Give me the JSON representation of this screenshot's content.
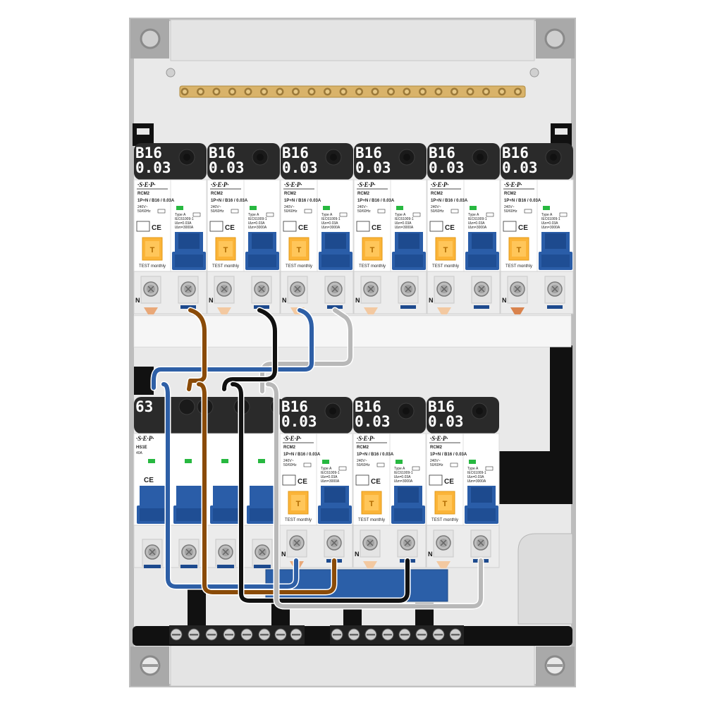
{
  "enclosure": {
    "colors": {
      "frame": "#bdbdbd",
      "panel": "#e6e6e6",
      "rail": "#111111",
      "busbar": "#d9b36a",
      "blue": "#1d4f9a",
      "brown": "#8a4b08",
      "black": "#111111",
      "grey": "#b8b8b8"
    }
  },
  "upper_row": [
    {
      "rating": "B16",
      "sensitivity": "0.03",
      "brand": "·S·E·P·",
      "model": "RCM2",
      "spec": "1P+N / B16 / 0.03A",
      "voltage": "240V~",
      "freq": "50/60Hz",
      "type": "Type A",
      "standard": "IEC61009-1",
      "idn": "IΔn=0.03A",
      "icn": "IΔm=3000A",
      "test_label": "TEST monthly",
      "test_button": "T",
      "neutral": "N"
    },
    {
      "rating": "B16",
      "sensitivity": "0.03",
      "brand": "·S·E·P·",
      "model": "RCM2",
      "spec": "1P+N / B16 / 0.03A",
      "voltage": "240V~",
      "freq": "50/60Hz",
      "type": "Type A",
      "standard": "IEC61009-1",
      "idn": "IΔn=0.03A",
      "icn": "IΔm=3000A",
      "test_label": "TEST monthly",
      "test_button": "T",
      "neutral": "N"
    },
    {
      "rating": "B16",
      "sensitivity": "0.03",
      "brand": "·S·E·P·",
      "model": "RCM2",
      "spec": "1P+N / B16 / 0.03A",
      "voltage": "240V~",
      "freq": "50/60Hz",
      "type": "Type A",
      "standard": "IEC61009-1",
      "idn": "IΔn=0.03A",
      "icn": "IΔm=3000A",
      "test_label": "TEST monthly",
      "test_button": "T",
      "neutral": "N"
    },
    {
      "rating": "B16",
      "sensitivity": "0.03",
      "brand": "·S·E·P·",
      "model": "RCM2",
      "spec": "1P+N / B16 / 0.03A",
      "voltage": "240V~",
      "freq": "50/60Hz",
      "type": "Type A",
      "standard": "IEC61009-1",
      "idn": "IΔn=0.03A",
      "icn": "IΔm=3000A",
      "test_label": "TEST monthly",
      "test_button": "T",
      "neutral": "N"
    },
    {
      "rating": "B16",
      "sensitivity": "0.03",
      "brand": "·S·E·P·",
      "model": "RCM2",
      "spec": "1P+N / B16 / 0.03A",
      "voltage": "240V~",
      "freq": "50/60Hz",
      "type": "Type A",
      "standard": "IEC61009-1",
      "idn": "IΔn=0.03A",
      "icn": "IΔm=3000A",
      "test_label": "TEST monthly",
      "test_button": "T",
      "neutral": "N"
    },
    {
      "rating": "B16",
      "sensitivity": "0.03",
      "brand": "·S·E·P·",
      "model": "RCM2",
      "spec": "1P+N / B16 / 0.03A",
      "voltage": "240V~",
      "freq": "50/60Hz",
      "type": "Type A",
      "standard": "IEC61009-1",
      "idn": "IΔn=0.03A",
      "icn": "IΔm=3000A",
      "test_label": "TEST monthly",
      "test_button": "T",
      "neutral": "N"
    }
  ],
  "main_switch": {
    "rating": "63",
    "brand": "·S·E·P·",
    "model": "HS1E",
    "current": "40A"
  },
  "lower_row": [
    {
      "rating": "B16",
      "sensitivity": "0.03",
      "brand": "·S·E·P·",
      "model": "RCM2",
      "spec": "1P+N / B16 / 0.03A",
      "voltage": "240V~",
      "freq": "50/60Hz",
      "type": "Type A",
      "standard": "IEC61009-1",
      "idn": "IΔn=0.03A",
      "icn": "IΔm=3000A",
      "test_label": "TEST monthly",
      "test_button": "T",
      "neutral": "N"
    },
    {
      "rating": "B16",
      "sensitivity": "0.03",
      "brand": "·S·E·P·",
      "model": "RCM2",
      "spec": "1P+N / B16 / 0.03A",
      "voltage": "240V~",
      "freq": "50/60Hz",
      "type": "Type A",
      "standard": "IEC61009-1",
      "idn": "IΔn=0.03A",
      "icn": "IΔm=3000A",
      "test_label": "TEST monthly",
      "test_button": "T",
      "neutral": "N"
    },
    {
      "rating": "B16",
      "sensitivity": "0.03",
      "brand": "·S·E·P·",
      "model": "RCM2",
      "spec": "1P+N / B16 / 0.03A",
      "voltage": "240V~",
      "freq": "50/60Hz",
      "type": "Type A",
      "standard": "IEC61009-1",
      "idn": "IΔn=0.03A",
      "icn": "IΔm=3000A",
      "test_label": "TEST monthly",
      "test_button": "T",
      "neutral": "N"
    }
  ]
}
